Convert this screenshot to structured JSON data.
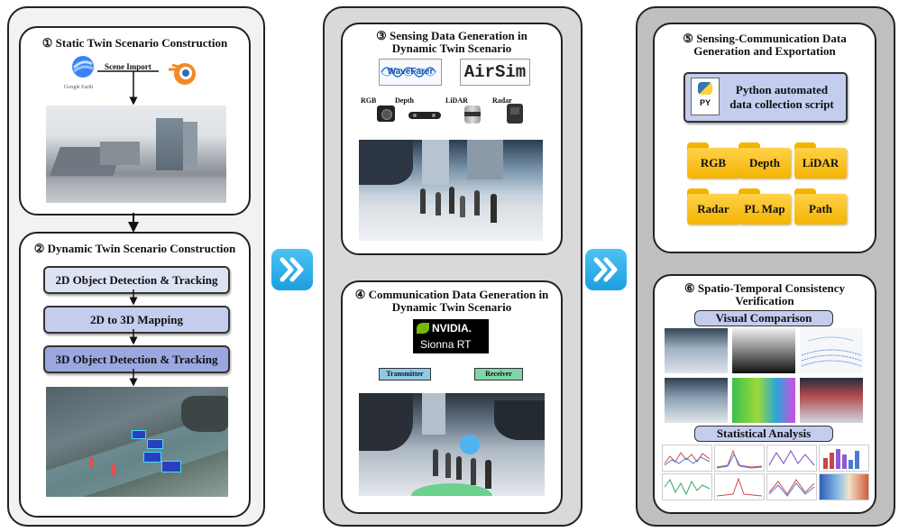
{
  "stage1": {
    "title": "① Static Twin Scenario Construction",
    "scene_import": "Scene Import",
    "google_earth_label": "Google Earth"
  },
  "stage2": {
    "title": "② Dynamic Twin Scenario Construction",
    "steps": [
      "2D Object Detection & Tracking",
      "2D to 3D Mapping",
      "3D Object Detection & Tracking"
    ]
  },
  "stage3": {
    "title_line1": "③ Sensing Data Generation in",
    "title_line2": "Dynamic Twin Scenario",
    "wavefarer_label": "WaveFarer",
    "airsim_label": "AirSim",
    "sensors": [
      "RGB",
      "Depth",
      "LiDAR",
      "Radar"
    ]
  },
  "stage4": {
    "title_line1": "④ Communication Data Generation in",
    "title_line2": "Dynamic Twin Scenario",
    "nvidia_label": "NVIDIA.",
    "sionna_label": "Sionna RT",
    "transmitter": "Transmitter",
    "receiver": "Receiver"
  },
  "stage5": {
    "title_line1": "⑤ Sensing-Communication Data",
    "title_line2": "Generation and Exportation",
    "script_line1": "Python automated",
    "script_line2": "data collection script",
    "py_label": "PY",
    "folders": [
      "RGB",
      "Depth",
      "LiDAR",
      "Radar",
      "PL Map",
      "Path"
    ]
  },
  "stage6": {
    "title_line1": "⑥ Spatio-Temporal Consistency",
    "title_line2": "Verification",
    "visual_comparison": "Visual Comparison",
    "statistical_analysis": "Statistical Analysis"
  },
  "colors": {
    "panel_light": "#f2f2f2",
    "panel_mid": "#d9d9d9",
    "panel_dark": "#bfbfbf",
    "box_light": "#dde3f3",
    "box_mid": "#c4cdee",
    "box_dark": "#9aa7e0",
    "transmitter": "#8ec9ea",
    "receiver": "#7fd6a8",
    "chevron": "#29aae6"
  }
}
